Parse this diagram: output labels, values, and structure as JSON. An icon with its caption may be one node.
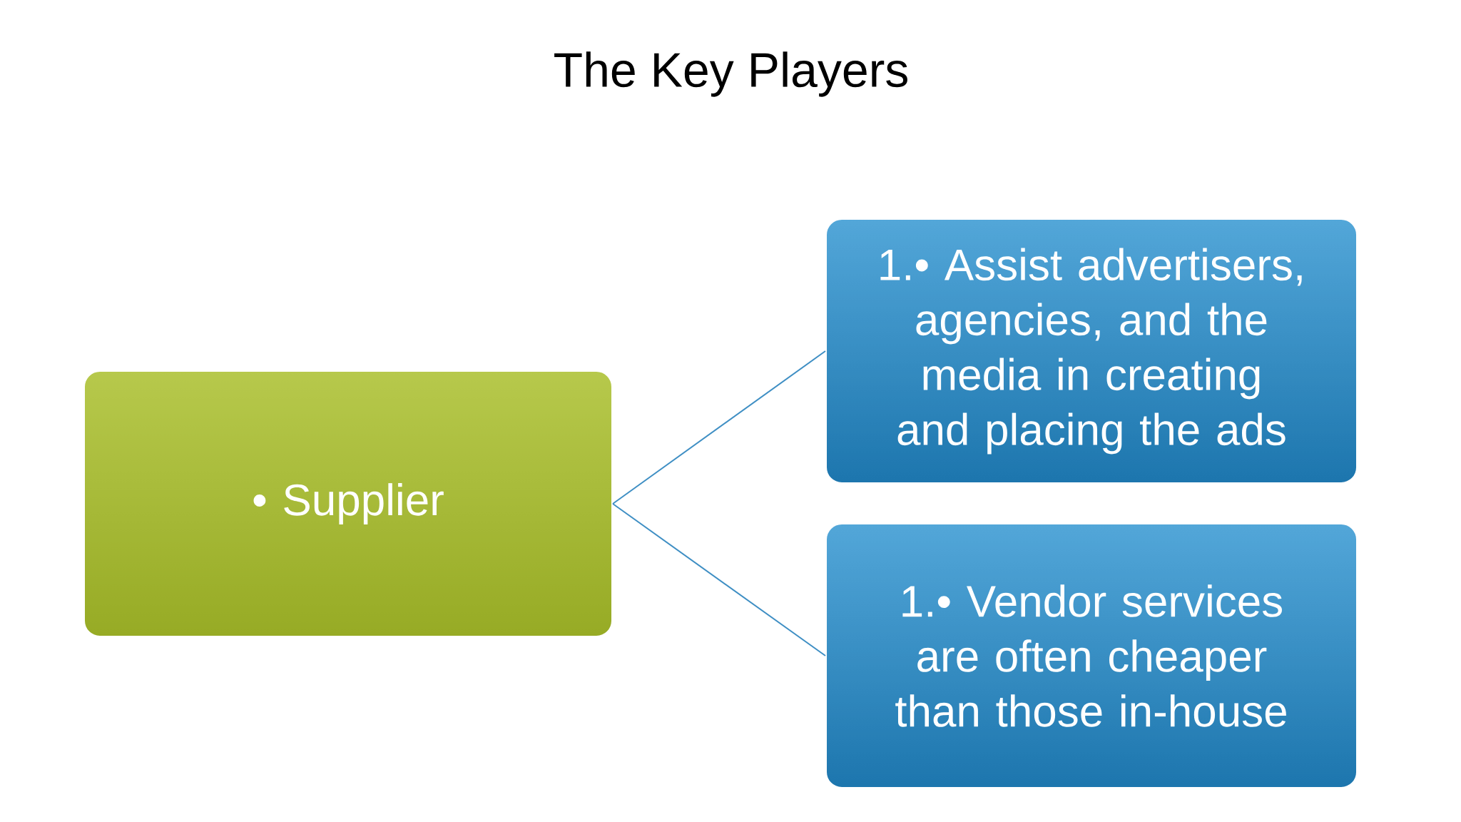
{
  "diagram": {
    "title": "The Key Players",
    "nodes": [
      {
        "text": [
          "• Supplier"
        ]
      },
      {
        "text": [
          "1.• Assist advertisers, agencies, and the media in creating and placing the ads"
        ]
      },
      {
        "text": [
          "1.• Vendor services are often cheaper than those in-house"
        ]
      }
    ],
    "edges": [
      {
        "from": 0,
        "to": 1,
        "arrow": "none"
      },
      {
        "from": 0,
        "to": 2,
        "arrow": "none"
      }
    ]
  }
}
